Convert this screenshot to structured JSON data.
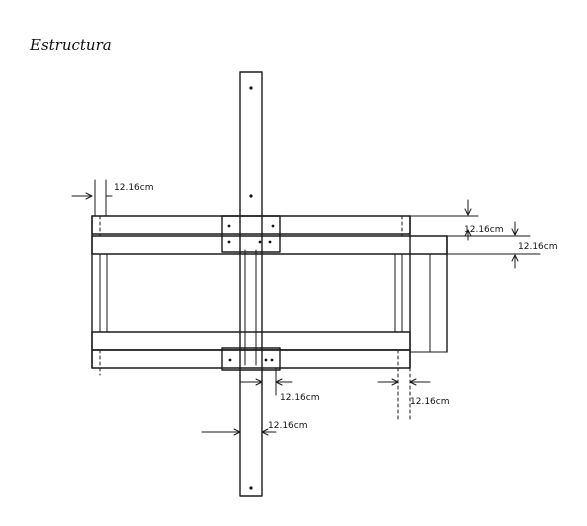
{
  "title": "Estructura",
  "dimensions": {
    "top_left": "12.16cm",
    "right_inner": "12.16cm",
    "right_outer": "12.16cm",
    "bottom_center": "12.16cm",
    "bottom_right": "12.16cm",
    "post_width": "12.16cm"
  },
  "colors": {
    "ink": "#1a1a1a",
    "paper": "#ffffff"
  }
}
